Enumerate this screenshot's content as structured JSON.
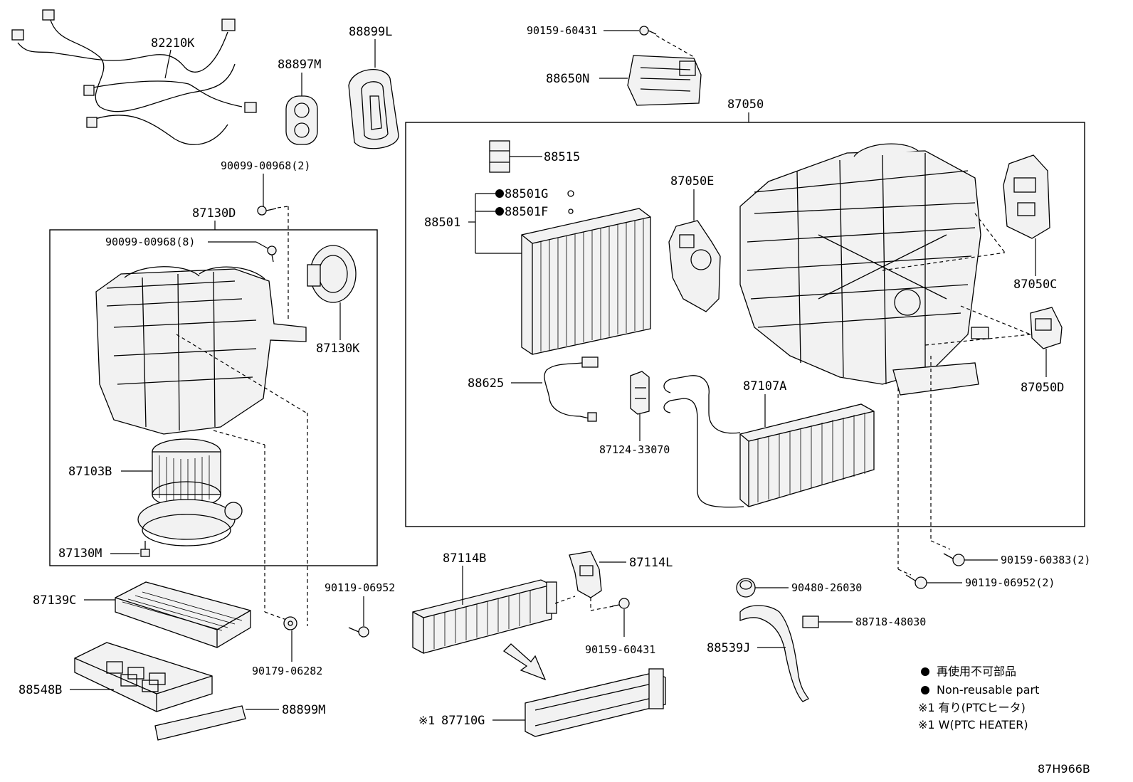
{
  "diagram_code": "87H966B",
  "groups": {
    "hvac_unit": "87050",
    "blower_unit": "87130D"
  },
  "parts": {
    "p82210K": "82210K",
    "p88897M": "88897M",
    "p88899L": "88899L",
    "p90159_60431_top": "90159-60431",
    "p88650N": "88650N",
    "p90099_00968_2": "90099-00968(2)",
    "p90099_00968_8": "90099-00968(8)",
    "p87130K": "87130K",
    "p87103B": "87103B",
    "p87130M": "87130M",
    "p87139C": "87139C",
    "p88548B": "88548B",
    "p88899M": "88899M",
    "p90119_06952_left": "90119-06952",
    "p90179_06282": "90179-06282",
    "p88515": "88515",
    "p88501G": "88501G",
    "p88501F": "88501F",
    "p88501": "88501",
    "p87050E": "87050E",
    "p87050C": "87050C",
    "p87050D": "87050D",
    "p88625": "88625",
    "p87124_33070": "87124-33070",
    "p87107A": "87107A",
    "p87114B": "87114B",
    "p87114L": "87114L",
    "p90159_60431_bottom": "90159-60431",
    "p87710G": "87710G",
    "p87710G_mark": "※1",
    "p90480_26030": "90480-26030",
    "p88718_48030": "88718-48030",
    "p88539J": "88539J",
    "p90159_60383_2": "90159-60383(2)",
    "p90119_06952_2": "90119-06952(2)"
  },
  "legend": {
    "nonreusable_jp": "再使用不可部品",
    "nonreusable_en": "Non-reusable part",
    "note1_jp": "※1 有り(PTCヒータ)",
    "note1_en": "※1 W(PTC HEATER)"
  },
  "colors": {
    "line": "#000000",
    "background": "#ffffff"
  }
}
